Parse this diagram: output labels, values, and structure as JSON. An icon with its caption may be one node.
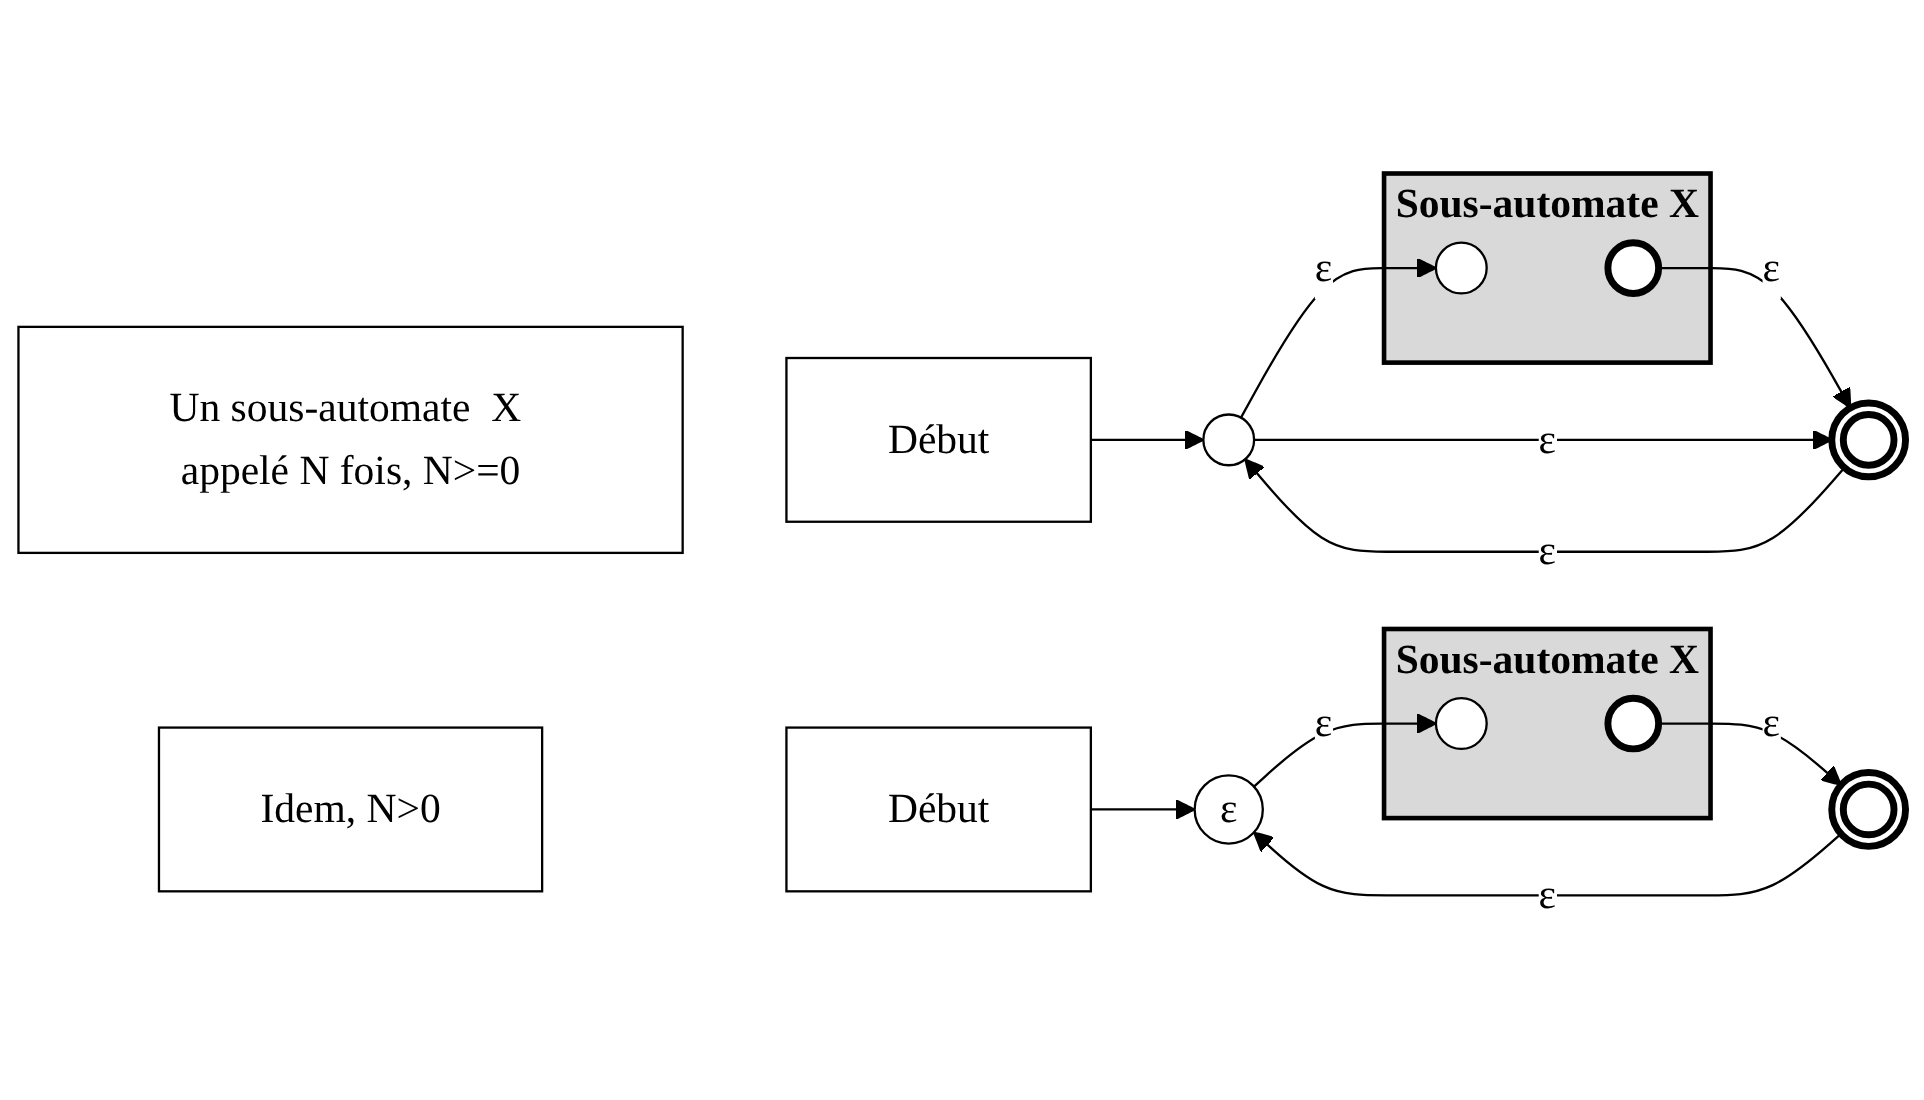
{
  "diagram": {
    "nodes": [
      {
        "text": [
          "Un sous-automate  X appelé N fois, N>=0"
        ]
      },
      {
        "text": [
          "Début"
        ]
      },
      {
        "text": [],
        "shape": "circle"
      },
      {
        "text": [
          "Sous-automate X"
        ]
      },
      {
        "text": [],
        "shape": "circle",
        "in": 3
      },
      {
        "text": [],
        "shape": "circle",
        "in": 3
      },
      {
        "text": [],
        "shape": "circle"
      },
      {
        "text": [
          "Idem, N>0"
        ]
      },
      {
        "text": [
          "Début"
        ]
      },
      {
        "text": [
          "ε"
        ]
      },
      {
        "text": [
          "Sous-automate X"
        ]
      },
      {
        "text": [],
        "shape": "circle",
        "in": 10
      },
      {
        "text": [],
        "shape": "circle",
        "in": 10
      },
      {
        "text": [],
        "shape": "circle"
      }
    ],
    "edges": [
      {
        "from": 1,
        "to": 2,
        "arrow": "to"
      },
      {
        "from": 2,
        "to": 4,
        "arrow": "to",
        "label": "ε"
      },
      {
        "from": 5,
        "to": 6,
        "arrow": "to",
        "label": "ε"
      },
      {
        "from": 6,
        "to": 2,
        "arrow": "to",
        "label": "ε"
      },
      {
        "from": 2,
        "to": 6,
        "arrow": "to",
        "label": "ε"
      },
      {
        "from": 8,
        "to": 9,
        "arrow": "to"
      },
      {
        "from": 9,
        "to": 11,
        "arrow": "to",
        "label": "ε"
      },
      {
        "from": 12,
        "to": 13,
        "arrow": "to",
        "label": "ε"
      },
      {
        "from": 13,
        "to": 9,
        "arrow": "to",
        "label": "ε"
      }
    ]
  }
}
